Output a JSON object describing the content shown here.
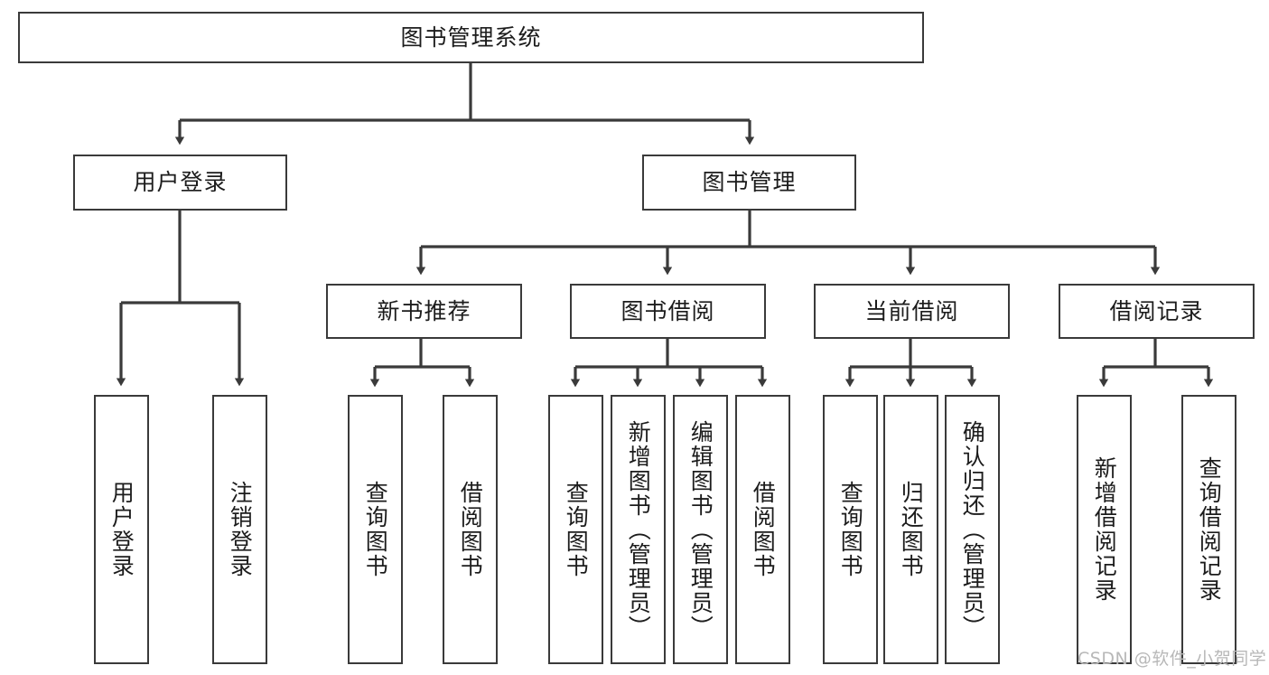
{
  "diagram": {
    "type": "tree-hierarchy-flowchart",
    "title_node": {
      "label": "图书管理系统"
    },
    "level2": [
      {
        "id": "user-login",
        "label": "用户登录"
      },
      {
        "id": "book-management",
        "label": "图书管理"
      }
    ],
    "level3": [
      {
        "id": "new-book-recommend",
        "label": "新书推荐"
      },
      {
        "id": "book-borrow",
        "label": "图书借阅"
      },
      {
        "id": "current-borrow",
        "label": "当前借阅"
      },
      {
        "id": "borrow-record",
        "label": "借阅记录"
      }
    ],
    "leaves": {
      "user_login": [
        {
          "id": "leaf-user-login",
          "label": "用户登录"
        },
        {
          "id": "leaf-logout-login",
          "label": "注销登录"
        }
      ],
      "new_book_recommend": [
        {
          "id": "leaf-query-book-1",
          "label": "查询图书"
        },
        {
          "id": "leaf-borrow-book-1",
          "label": "借阅图书"
        }
      ],
      "book_borrow": [
        {
          "id": "leaf-query-book-2",
          "label": "查询图书"
        },
        {
          "id": "leaf-add-book",
          "label": "新增图书（管理员）"
        },
        {
          "id": "leaf-edit-book",
          "label": "编辑图书（管理员）"
        },
        {
          "id": "leaf-borrow-book-2",
          "label": "借阅图书"
        }
      ],
      "current_borrow": [
        {
          "id": "leaf-query-book-3",
          "label": "查询图书"
        },
        {
          "id": "leaf-return-book",
          "label": "归还图书"
        },
        {
          "id": "leaf-confirm-return",
          "label": "确认归还（管理员）"
        }
      ],
      "borrow_record": [
        {
          "id": "leaf-add-record",
          "label": "新增借阅记录"
        },
        {
          "id": "leaf-query-record",
          "label": "查询借阅记录"
        }
      ]
    },
    "watermark": "CSDN @软件_小贺同学",
    "colors": {
      "stroke": "#3a3a3a",
      "fill": "#ffffff",
      "text": "#1c1c1c",
      "watermark": "#b8b8b8"
    }
  }
}
